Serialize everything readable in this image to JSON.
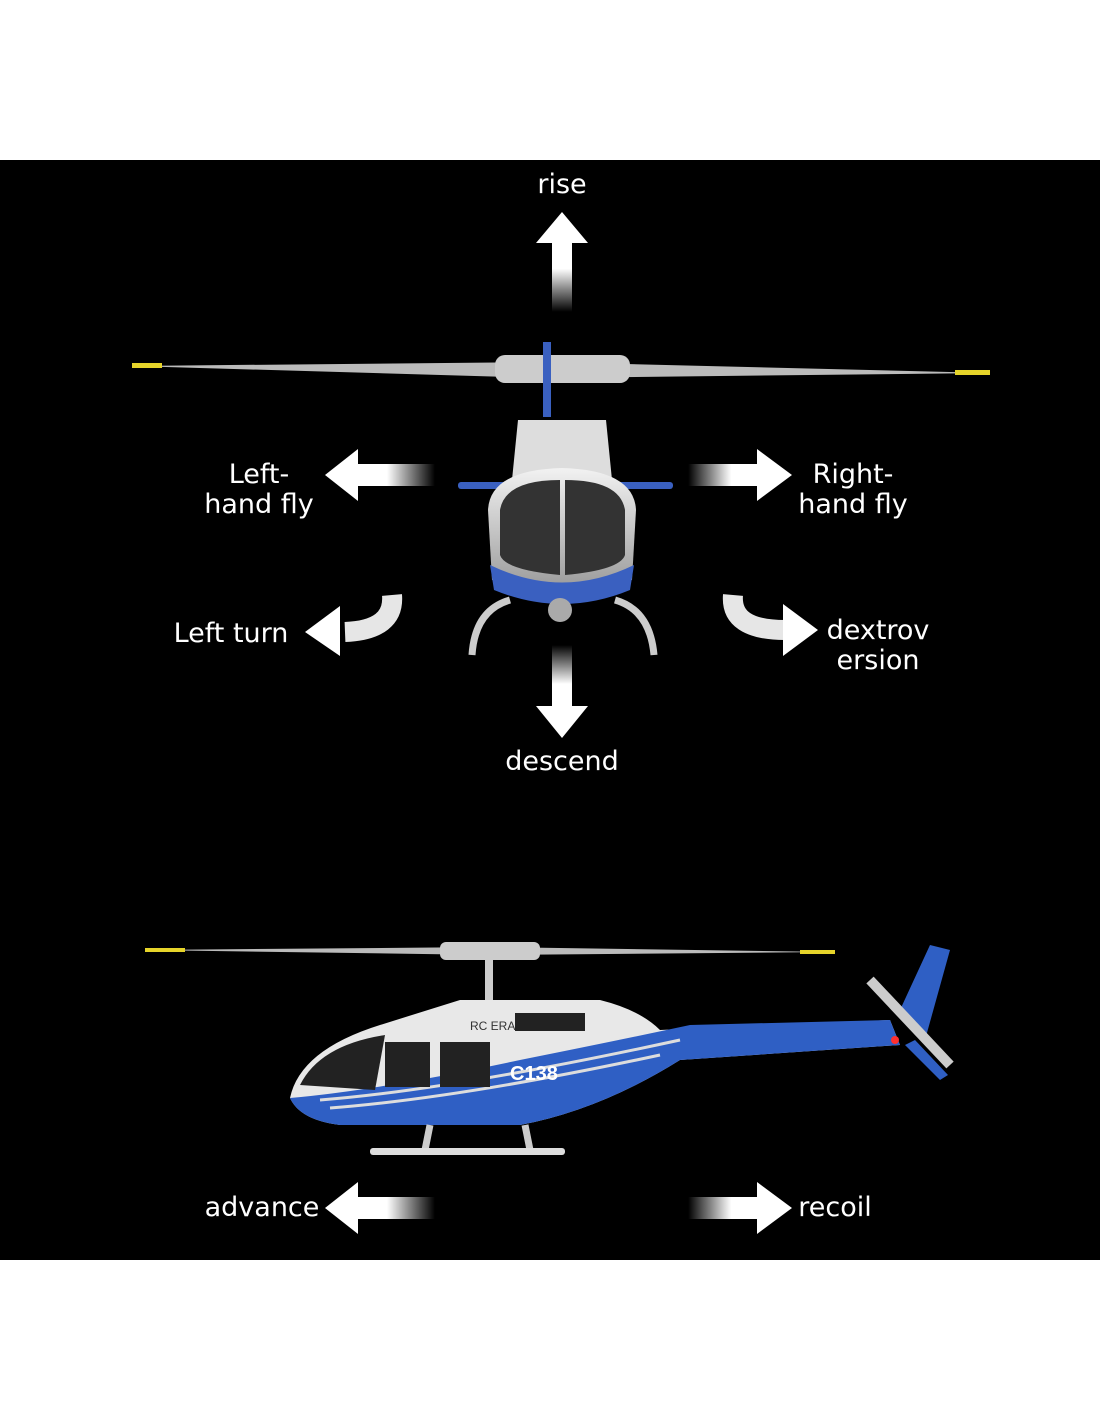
{
  "labels": {
    "rise": "rise",
    "left_hand_fly": [
      "Left-",
      "hand fly"
    ],
    "right_hand_fly": [
      "Right-",
      "hand fly"
    ],
    "left_turn": "Left turn",
    "dextroversion": [
      "dextrov",
      "ersion"
    ],
    "descend": "descend",
    "advance": "advance",
    "recoil": "recoil"
  },
  "helicopter": {
    "brand": "RC ERA",
    "model": "C138"
  },
  "colors": {
    "background": "#000000",
    "accent_blue": "#2f5fc4",
    "arrow": "#ffffff"
  }
}
